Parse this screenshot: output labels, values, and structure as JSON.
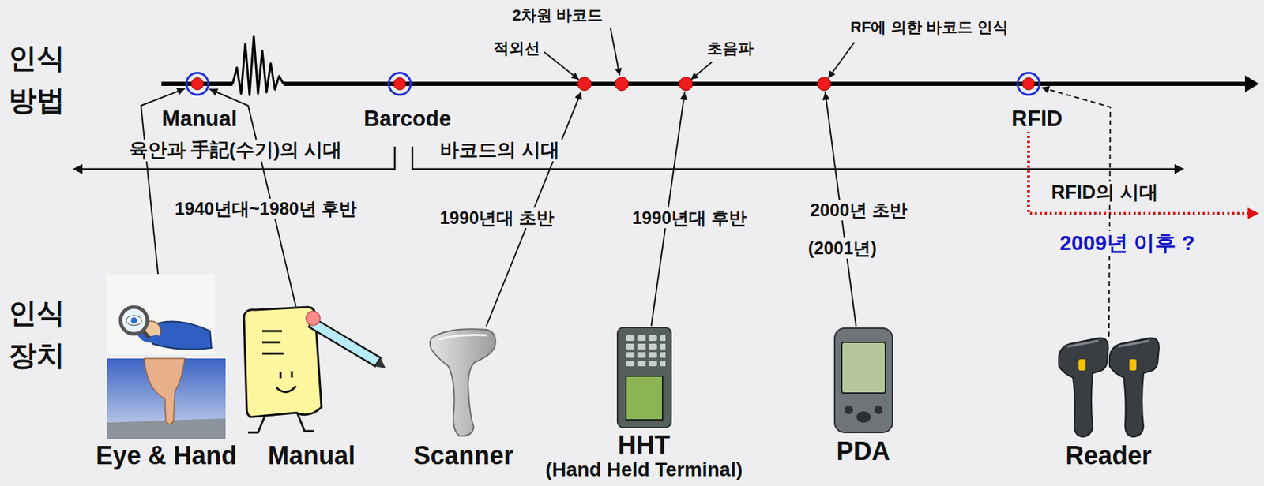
{
  "diagram": {
    "nodes": [
      {
        "text": [
          "Manual"
        ]
      },
      {
        "text": [
          "Barcode"
        ]
      },
      {
        "text": [
          "적외선"
        ]
      },
      {
        "text": [
          "2차원 바코드"
        ]
      },
      {
        "text": [
          "초음파"
        ]
      },
      {
        "text": [
          "RF에 의한 바코드 인식"
        ]
      },
      {
        "text": [
          "RFID"
        ]
      },
      {
        "text": [
          "Eye & Hand"
        ]
      },
      {
        "text": [
          "Manual"
        ]
      },
      {
        "text": [
          "Scanner"
        ]
      },
      {
        "text": [
          "HHT",
          "(Hand Held Terminal)"
        ]
      },
      {
        "text": [
          "PDA"
        ]
      },
      {
        "text": [
          "Reader"
        ]
      }
    ],
    "edges": [
      {
        "from": 7,
        "to": 0,
        "arrow": "to"
      },
      {
        "from": 8,
        "to": 0,
        "arrow": "to"
      },
      {
        "from": 9,
        "to": 2,
        "arrow": "to"
      },
      {
        "from": 10,
        "to": 4,
        "arrow": "to"
      },
      {
        "from": 11,
        "to": 5,
        "arrow": "to"
      },
      {
        "from": 12,
        "to": 6,
        "arrow": "to"
      }
    ],
    "labels": [
      "인식 방법",
      "육안과 手記(수기)의 시대",
      "바코드의 시대",
      "RFID의 시대",
      "1940년대~1980년 후반",
      "1990년대 초반",
      "1990년대 후반",
      "2000년 초반",
      "(2001년)",
      "2009년 이후 ?",
      "인식 장치"
    ]
  }
}
